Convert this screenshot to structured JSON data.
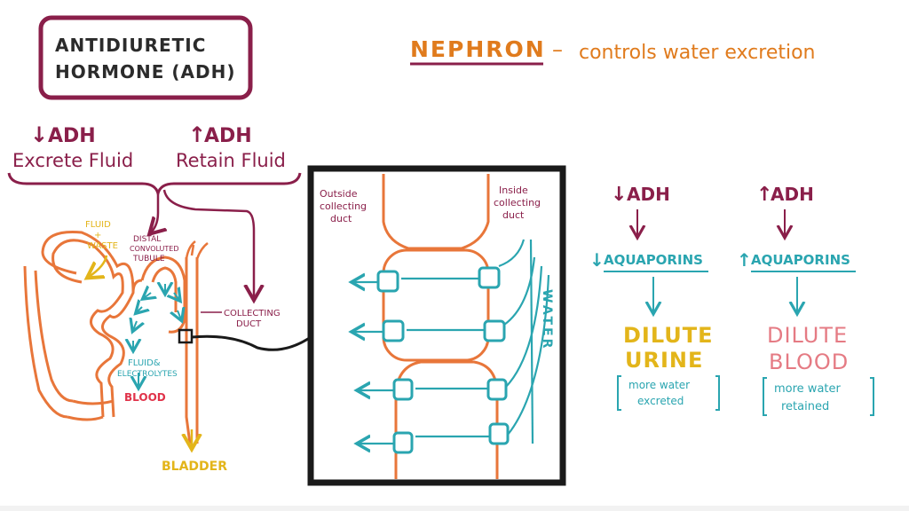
{
  "title_box": {
    "line1": "ANTIDIURETIC",
    "line2": "HORMONE (ADH)"
  },
  "heading": {
    "main": "NEPHRON",
    "dash": "–",
    "subtitle": "controls water excretion"
  },
  "left_effects": {
    "low": {
      "arrow": "↓",
      "label": "ADH",
      "effect": "Excrete Fluid"
    },
    "high": {
      "arrow": "↑",
      "label": "ADH",
      "effect": "Retain Fluid"
    }
  },
  "nephron_labels": {
    "fluid_waste_1": "FLUID",
    "fluid_waste_plus": "+",
    "fluid_waste_2": "WASTE",
    "distal_1": "DISTAL",
    "distal_2": "CONVOLUTED",
    "distal_3": "TUBULE",
    "collecting_1": "COLLECTING",
    "collecting_2": "DUCT",
    "fluid_elec_1": "FLUID&",
    "fluid_elec_2": "ELECTROLYTES",
    "blood": "BLOOD",
    "bladder": "BLADDER"
  },
  "zoom": {
    "outside_1": "Outside",
    "outside_2": "collecting",
    "outside_3": "duct",
    "inside_1": "Inside",
    "inside_2": "collecting",
    "inside_3": "duct",
    "water": "WATER"
  },
  "low_adh": {
    "arrow": "↓",
    "adh": "ADH",
    "aq_arrow": "↓",
    "aquaporins": "AQUAPORINS",
    "result_1": "DILUTE",
    "result_2": "URINE",
    "note_1": "more water",
    "note_2": "excreted"
  },
  "high_adh": {
    "arrow": "↑",
    "adh": "ADH",
    "aq_arrow": "↑",
    "aquaporins": "AQUAPORINS",
    "result_1": "DILUTE",
    "result_2": "BLOOD",
    "note_1": "more water",
    "note_2": "retained"
  },
  "colors": {
    "maroon": "#8a1f4a",
    "orange": "#e07b1d",
    "nephron": "#e8763a",
    "teal": "#2aa5b0",
    "gold": "#e3b51a",
    "red": "#e0334a",
    "pink": "#e57b84",
    "black": "#1a1a1a"
  }
}
